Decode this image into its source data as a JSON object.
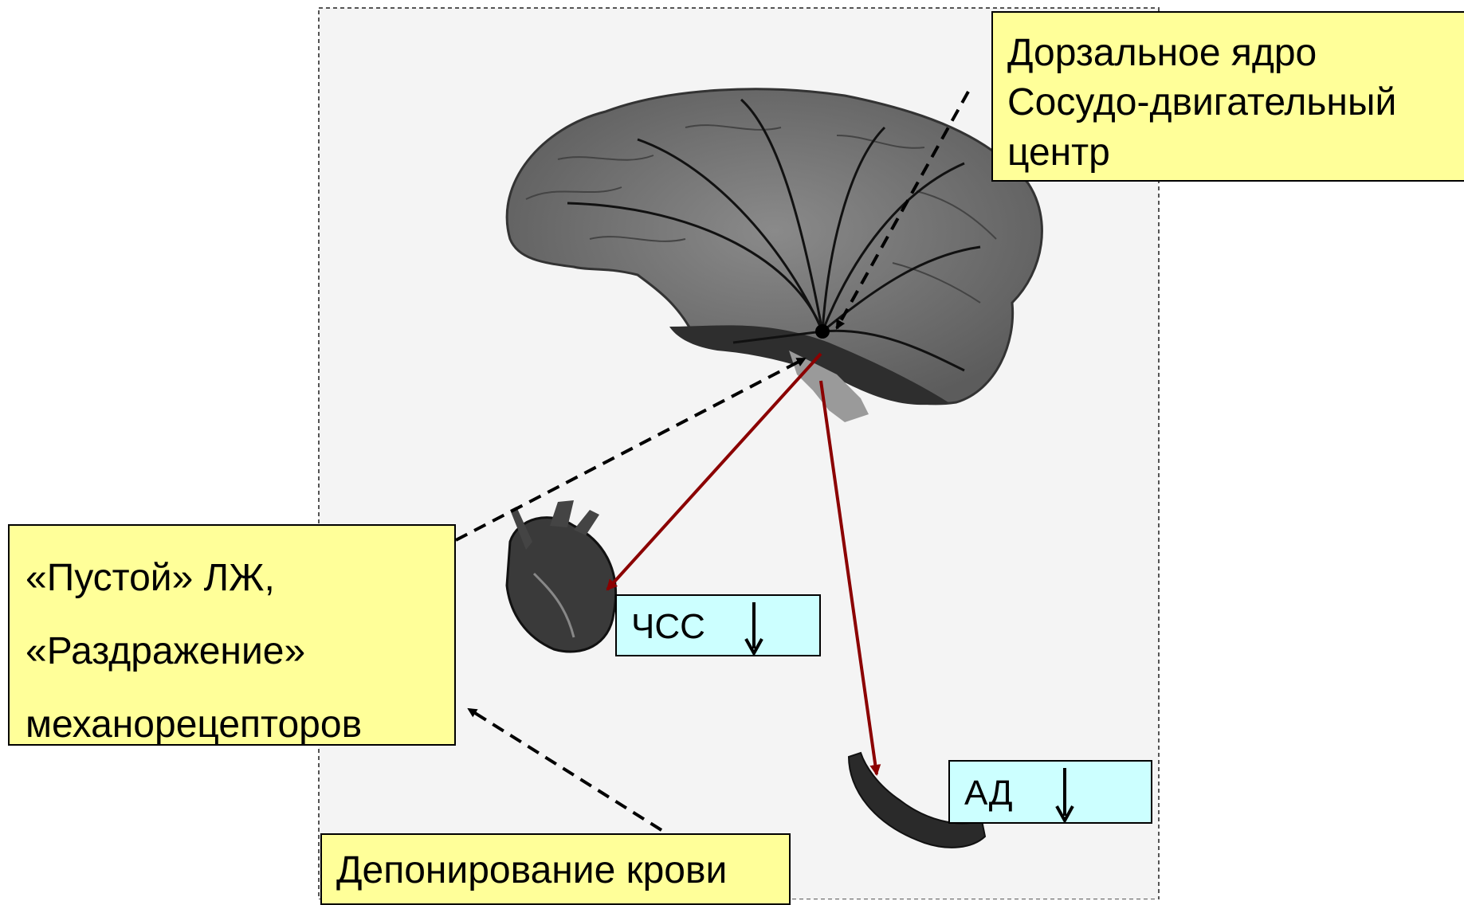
{
  "labels": {
    "dorsal_nucleus": [
      "Дорзальное ядро",
      "Сосудо-двигательный",
      "центр"
    ],
    "left_ventricle": [
      "«Пустой» ЛЖ,",
      "«Раздражение»",
      "механорецепторов"
    ],
    "blood_deposition": "Депонирование крови",
    "heart_rate": "ЧСС",
    "blood_pressure": "АД"
  },
  "effects": {
    "heart_rate": "decrease",
    "blood_pressure": "decrease"
  },
  "colors": {
    "label_fill": "#ffff99",
    "value_fill": "#ccffff",
    "efferent_arrow": "#8b0000",
    "afferent_arrow": "#000000",
    "illustration_gray": "#707070"
  }
}
